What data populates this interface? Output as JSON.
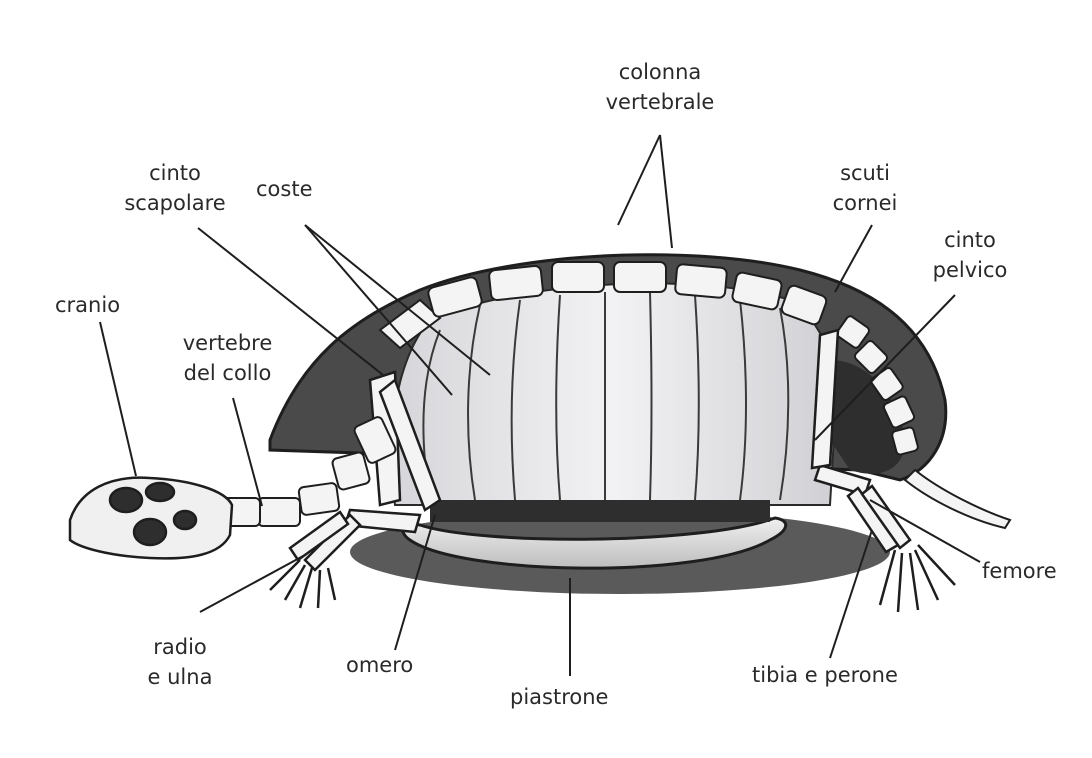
{
  "labels": {
    "colonna_vertebrale": [
      "colonna",
      "vertebrale"
    ],
    "cinto_scapolare": [
      "cinto",
      "scapolare"
    ],
    "coste": "coste",
    "scuti_cornei": [
      "scuti",
      "cornei"
    ],
    "cinto_pelvico": [
      "cinto",
      "pelvico"
    ],
    "cranio": "cranio",
    "vertebre_del_collo": [
      "vertebre",
      "del collo"
    ],
    "femore": "femore",
    "radio_e_ulna": [
      "radio",
      "e ulna"
    ],
    "omero": "omero",
    "piastrone": "piastrone",
    "tibia_e_perone": "tibia e perone"
  },
  "colors": {
    "ink": "#1e1e1e",
    "shell_dark": "#4a4a4a",
    "shell_inner": "#e8e8ea",
    "bone": "#f4f4f4",
    "shadow": "#5a5a5a"
  }
}
